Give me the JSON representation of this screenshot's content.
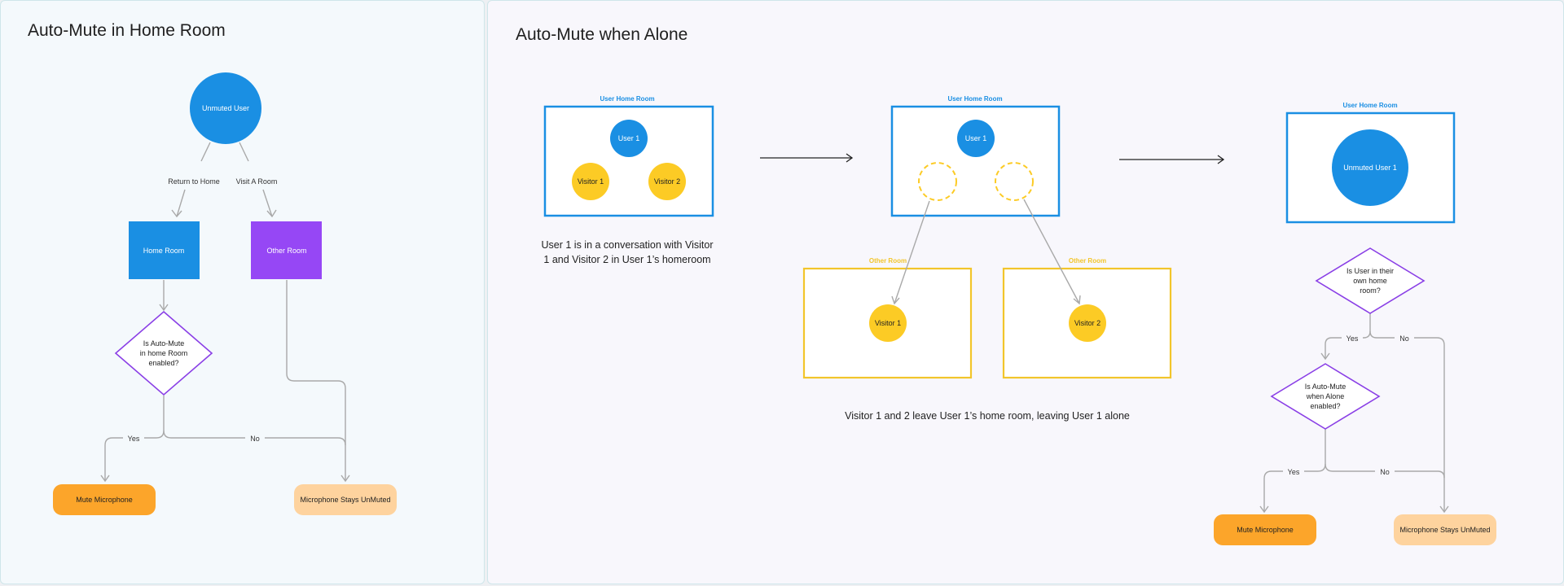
{
  "left": {
    "title": "Auto-Mute in Home Room",
    "unmuted_user": "Unmuted User",
    "edge_return_home": "Return to Home",
    "edge_visit_room": "Visit A Room",
    "home_room": "Home Room",
    "other_room": "Other Room",
    "decision": [
      "Is Auto-Mute",
      "in home Room",
      "enabled?"
    ],
    "yes": "Yes",
    "no": "No",
    "mute_mic": "Mute Microphone",
    "mic_stays": "Microphone Stays UnMuted"
  },
  "right": {
    "title": "Auto-Mute when Alone",
    "scene1": {
      "room_label": "User Home Room",
      "user": "User 1",
      "visitor1": "Visitor 1",
      "visitor2": "Visitor 2",
      "caption": [
        "User 1 is in a conversation with Visitor",
        "1 and Visitor 2 in User 1’s homeroom"
      ]
    },
    "scene2": {
      "room_label": "User Home Room",
      "user": "User 1",
      "other_room_label_a": "Other Room",
      "other_room_label_b": "Other Room",
      "visitor1": "Visitor 1",
      "visitor2": "Visitor 2",
      "caption": "Visitor 1 and 2 leave User 1’s home room, leaving User 1 alone"
    },
    "scene3": {
      "room_label": "User Home Room",
      "unmuted_user": "Unmuted User 1",
      "decision1": [
        "Is User in their",
        "own home",
        "room?"
      ],
      "decision2": [
        "Is Auto-Mute",
        "when Alone",
        "enabled?"
      ],
      "yes1": "Yes",
      "no1": "No",
      "yes2": "Yes",
      "no2": "No",
      "mute_mic": "Mute Microphone",
      "mic_stays": "Microphone Stays UnMuted"
    }
  },
  "colors": {
    "blue": "#1a8fe3",
    "purple": "#9647f5",
    "decision_stroke": "#8a3fe6",
    "yellow": "#fccb25",
    "yellow_stroke": "#f2c52b",
    "orange": "#fca52a",
    "peach": "#fed39e",
    "connector": "#a9a9a9"
  }
}
